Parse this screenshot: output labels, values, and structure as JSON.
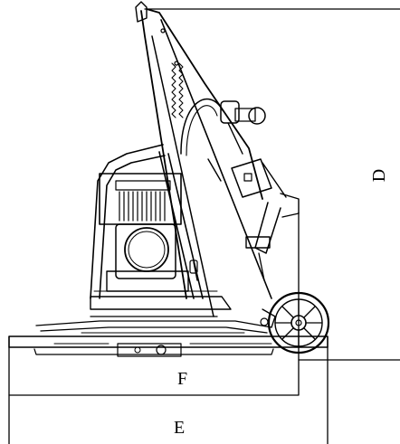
{
  "dimension_labels": {
    "d": "D",
    "f": "F",
    "e": "E"
  },
  "colors": {
    "line": "#000000",
    "background": "#ffffff"
  }
}
